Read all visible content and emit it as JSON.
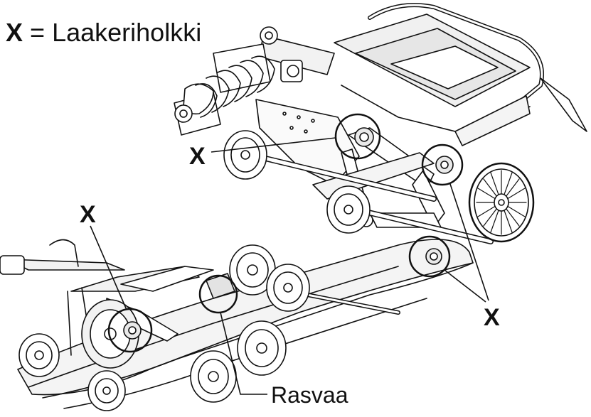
{
  "legend": {
    "symbol": "X",
    "separator": "=",
    "text": "Laakeriholkki"
  },
  "callouts": {
    "upper": "X",
    "left": "X",
    "right": "X"
  },
  "grease_label": "Rasvaa",
  "colors": {
    "line": "#111111",
    "fill": "#ffffff",
    "shade": "#e6e6e6"
  }
}
